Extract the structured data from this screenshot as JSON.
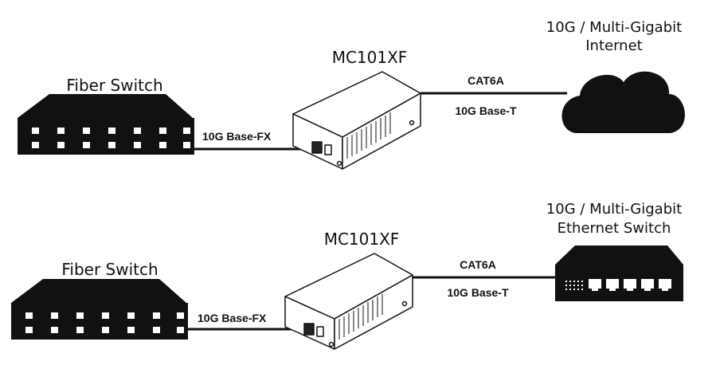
{
  "scenarios": [
    {
      "fiber_switch": {
        "label": "Fiber Switch"
      },
      "fiber_link": {
        "label": "10G Base-FX"
      },
      "converter": {
        "label": "MC101XF"
      },
      "copper_link": {
        "cable": "CAT6A",
        "standard": "10G Base-T"
      },
      "destination": {
        "line1": "10G / Multi-Gigabit",
        "line2": "Internet",
        "icon": "cloud-icon"
      }
    },
    {
      "fiber_switch": {
        "label": "Fiber Switch"
      },
      "fiber_link": {
        "label": "10G Base-FX"
      },
      "converter": {
        "label": "MC101XF"
      },
      "copper_link": {
        "cable": "CAT6A",
        "standard": "10G Base-T"
      },
      "destination": {
        "line1": "10G / Multi-Gigabit",
        "line2": "Ethernet Switch",
        "icon": "ethernet-switch-icon"
      }
    }
  ],
  "colors": {
    "ink": "#111111",
    "device_fill": "#ffffff",
    "background": "#ffffff"
  }
}
